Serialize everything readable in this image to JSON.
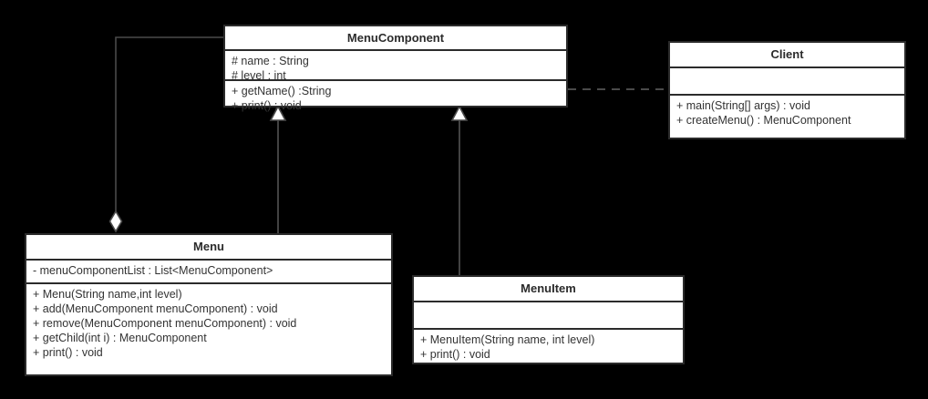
{
  "diagram": {
    "type": "uml-class-diagram",
    "background_color": "#000000",
    "box_fill": "#ffffff",
    "line_color": "#4a4a4a",
    "border_color": "#2b2b2b",
    "classes": [
      {
        "id": "menucomponent",
        "name": "MenuComponent",
        "attributes": [
          "# name : String",
          "# level : int"
        ],
        "operations": [
          "+ getName() :String",
          "+ print() : void"
        ]
      },
      {
        "id": "client",
        "name": "Client",
        "attributes": [],
        "operations": [
          "+ main(String[] args) : void",
          "+ createMenu() : MenuComponent"
        ]
      },
      {
        "id": "menu",
        "name": "Menu",
        "attributes": [
          "- menuComponentList : List<MenuComponent>"
        ],
        "operations": [
          "+ Menu(String name,int level)",
          "+ add(MenuComponent menuComponent) : void",
          "+ remove(MenuComponent menuComponent) : void",
          "+ getChild(int i) : MenuComponent",
          "+ print() : void"
        ]
      },
      {
        "id": "menuitem",
        "name": "MenuItem",
        "attributes": [],
        "operations": [
          "+ MenuItem(String name, int level)",
          "+ print() : void"
        ]
      }
    ],
    "relationships": [
      {
        "id": "aggregation-menu-menucomponent",
        "kind": "aggregation",
        "from": "Menu",
        "to": "MenuComponent",
        "marker": "hollow-diamond"
      },
      {
        "id": "generalization-menu-menucomponent",
        "kind": "generalization",
        "from": "Menu",
        "to": "MenuComponent",
        "marker": "hollow-triangle"
      },
      {
        "id": "generalization-menuitem-menucomponent",
        "kind": "generalization",
        "from": "MenuItem",
        "to": "MenuComponent",
        "marker": "hollow-triangle"
      },
      {
        "id": "dependency-client-menucomponent",
        "kind": "dependency",
        "from": "Client",
        "to": "MenuComponent",
        "marker": "none",
        "style": "dashed"
      }
    ]
  }
}
